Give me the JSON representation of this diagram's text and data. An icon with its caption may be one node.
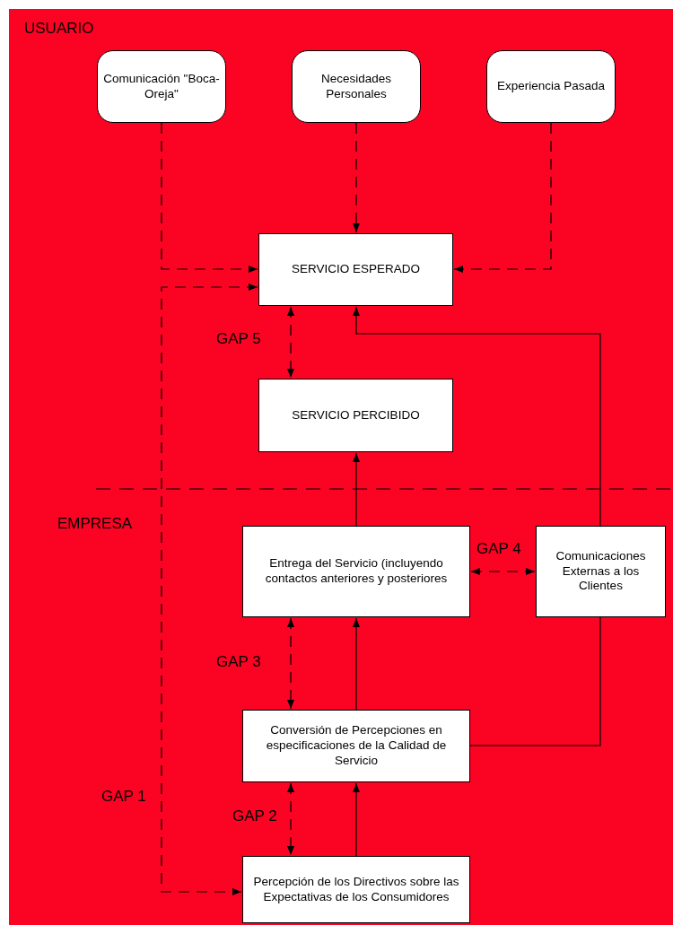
{
  "diagram": {
    "nodes": [
      {
        "text": [
          "Comunicación \"Boca-Oreja\""
        ]
      },
      {
        "text": [
          "Necesidades Personales"
        ]
      },
      {
        "text": [
          "Experiencia Pasada"
        ]
      },
      {
        "text": [
          "SERVICIO ESPERADO"
        ]
      },
      {
        "text": [
          "SERVICIO PERCIBIDO"
        ]
      },
      {
        "text": [
          "Entrega del Servicio (incluyendo contactos anteriores y posteriores"
        ]
      },
      {
        "text": [
          "Comunicaciones Externas a los Clientes"
        ]
      },
      {
        "text": [
          "Conversión de Percepciones en especificaciones de la Calidad de Servicio"
        ]
      },
      {
        "text": [
          "Percepción de los Directivos sobre las Expectativas de los Consumidores"
        ]
      }
    ],
    "edges": [
      {
        "from": 0,
        "to": 3,
        "arrow": "to",
        "style": "dashed"
      },
      {
        "from": 1,
        "to": 3,
        "arrow": "to",
        "style": "dashed"
      },
      {
        "from": 2,
        "to": 3,
        "arrow": "to",
        "style": "dashed"
      },
      {
        "from": 3,
        "to": 4,
        "arrow": "both",
        "style": "dashed",
        "label": "GAP 5"
      },
      {
        "from": 6,
        "to": 3,
        "arrow": "to"
      },
      {
        "from": 5,
        "to": 4,
        "arrow": "to"
      },
      {
        "from": 5,
        "to": 6,
        "arrow": "both",
        "style": "dashed",
        "label": "GAP 4"
      },
      {
        "from": 5,
        "to": 7,
        "arrow": "both",
        "style": "dashed",
        "label": "GAP 3"
      },
      {
        "from": 7,
        "to": 5,
        "arrow": "to"
      },
      {
        "from": 7,
        "to": 6,
        "arrow": "none"
      },
      {
        "from": 7,
        "to": 8,
        "arrow": "both",
        "style": "dashed",
        "label": "GAP 2"
      },
      {
        "from": 8,
        "to": 7,
        "arrow": "to"
      },
      {
        "from": 3,
        "to": 8,
        "arrow": "both",
        "style": "dashed",
        "label": "GAP 1"
      }
    ],
    "labels": [
      "USUARIO",
      "EMPRESA"
    ]
  }
}
